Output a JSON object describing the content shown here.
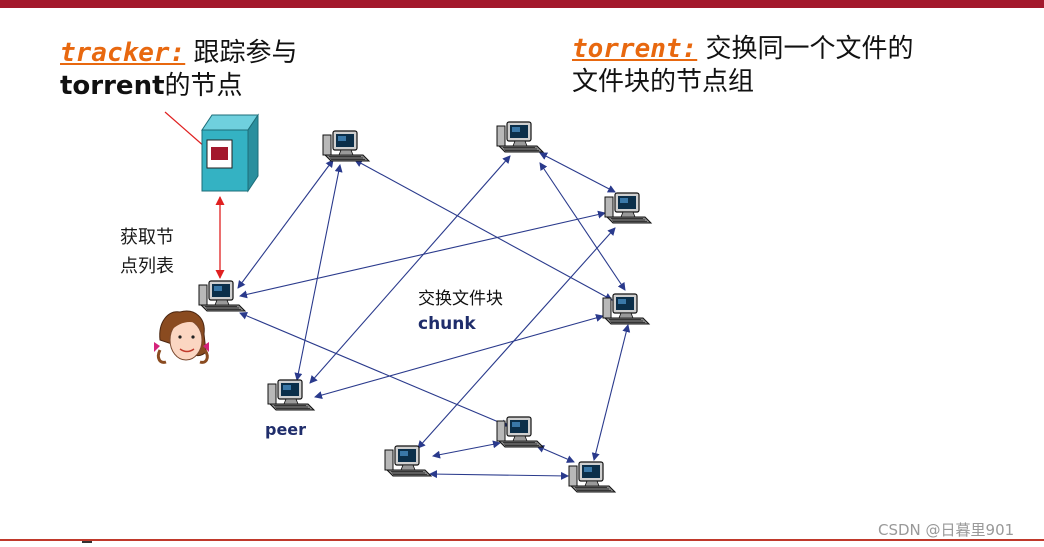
{
  "tracker": {
    "keyword": "tracker:",
    "desc_line1": "跟踪参与",
    "bold_word": "torrent",
    "desc_line2": "的节点"
  },
  "torrent": {
    "keyword": "torrent:",
    "desc_line1": "交换同一个文件的",
    "desc_line2": "文件块的节点组"
  },
  "list_label": {
    "line1": "获取节",
    "line2": "点列表"
  },
  "chunk_label": {
    "line1": "交换文件块",
    "line2": "chunk"
  },
  "peer_label": "peer",
  "watermark": "CSDN @日暮里901",
  "colors": {
    "top_bar": "#a3182c",
    "keyword": "#e8680f",
    "arrow": "#2a3a8c",
    "tracker_arrow": "#e02020",
    "server": "#2f9fb0"
  },
  "icons": [
    "server-icon",
    "computer-icon",
    "person-icon"
  ]
}
